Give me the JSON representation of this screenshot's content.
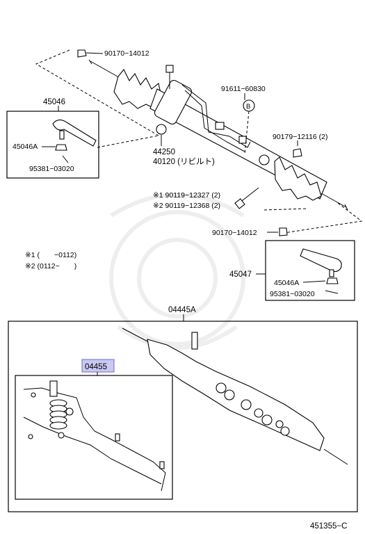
{
  "labels": {
    "p90170_top": "90170−14012",
    "p91611": "91611−60830",
    "callout_b": "B",
    "p45046": "45046",
    "p45046a_l": "45046A",
    "p95381_l": "95381−03020",
    "p90179": "90179−12116 (2)",
    "p44250": "44250",
    "p40120": "40120 (リビルト)",
    "bolt1": "※1 90119−12327 (2)",
    "bolt2": "※2 90119−12368 (2)",
    "p90170_mid": "90170−14012",
    "note1": "※1 (　　−0112)",
    "note2": "※2 (0112−　　)",
    "p45047": "45047",
    "p45046a_r": "45046A",
    "p95381_r": "95381−03020",
    "p04445a": "04445A",
    "p04455": "04455",
    "page_code": "451355−C"
  },
  "colors": {
    "highlight_fill": "#c9c9f2",
    "highlight_stroke": "#6a6ac8",
    "ink": "#000000",
    "watermark": "#eeeeee"
  }
}
